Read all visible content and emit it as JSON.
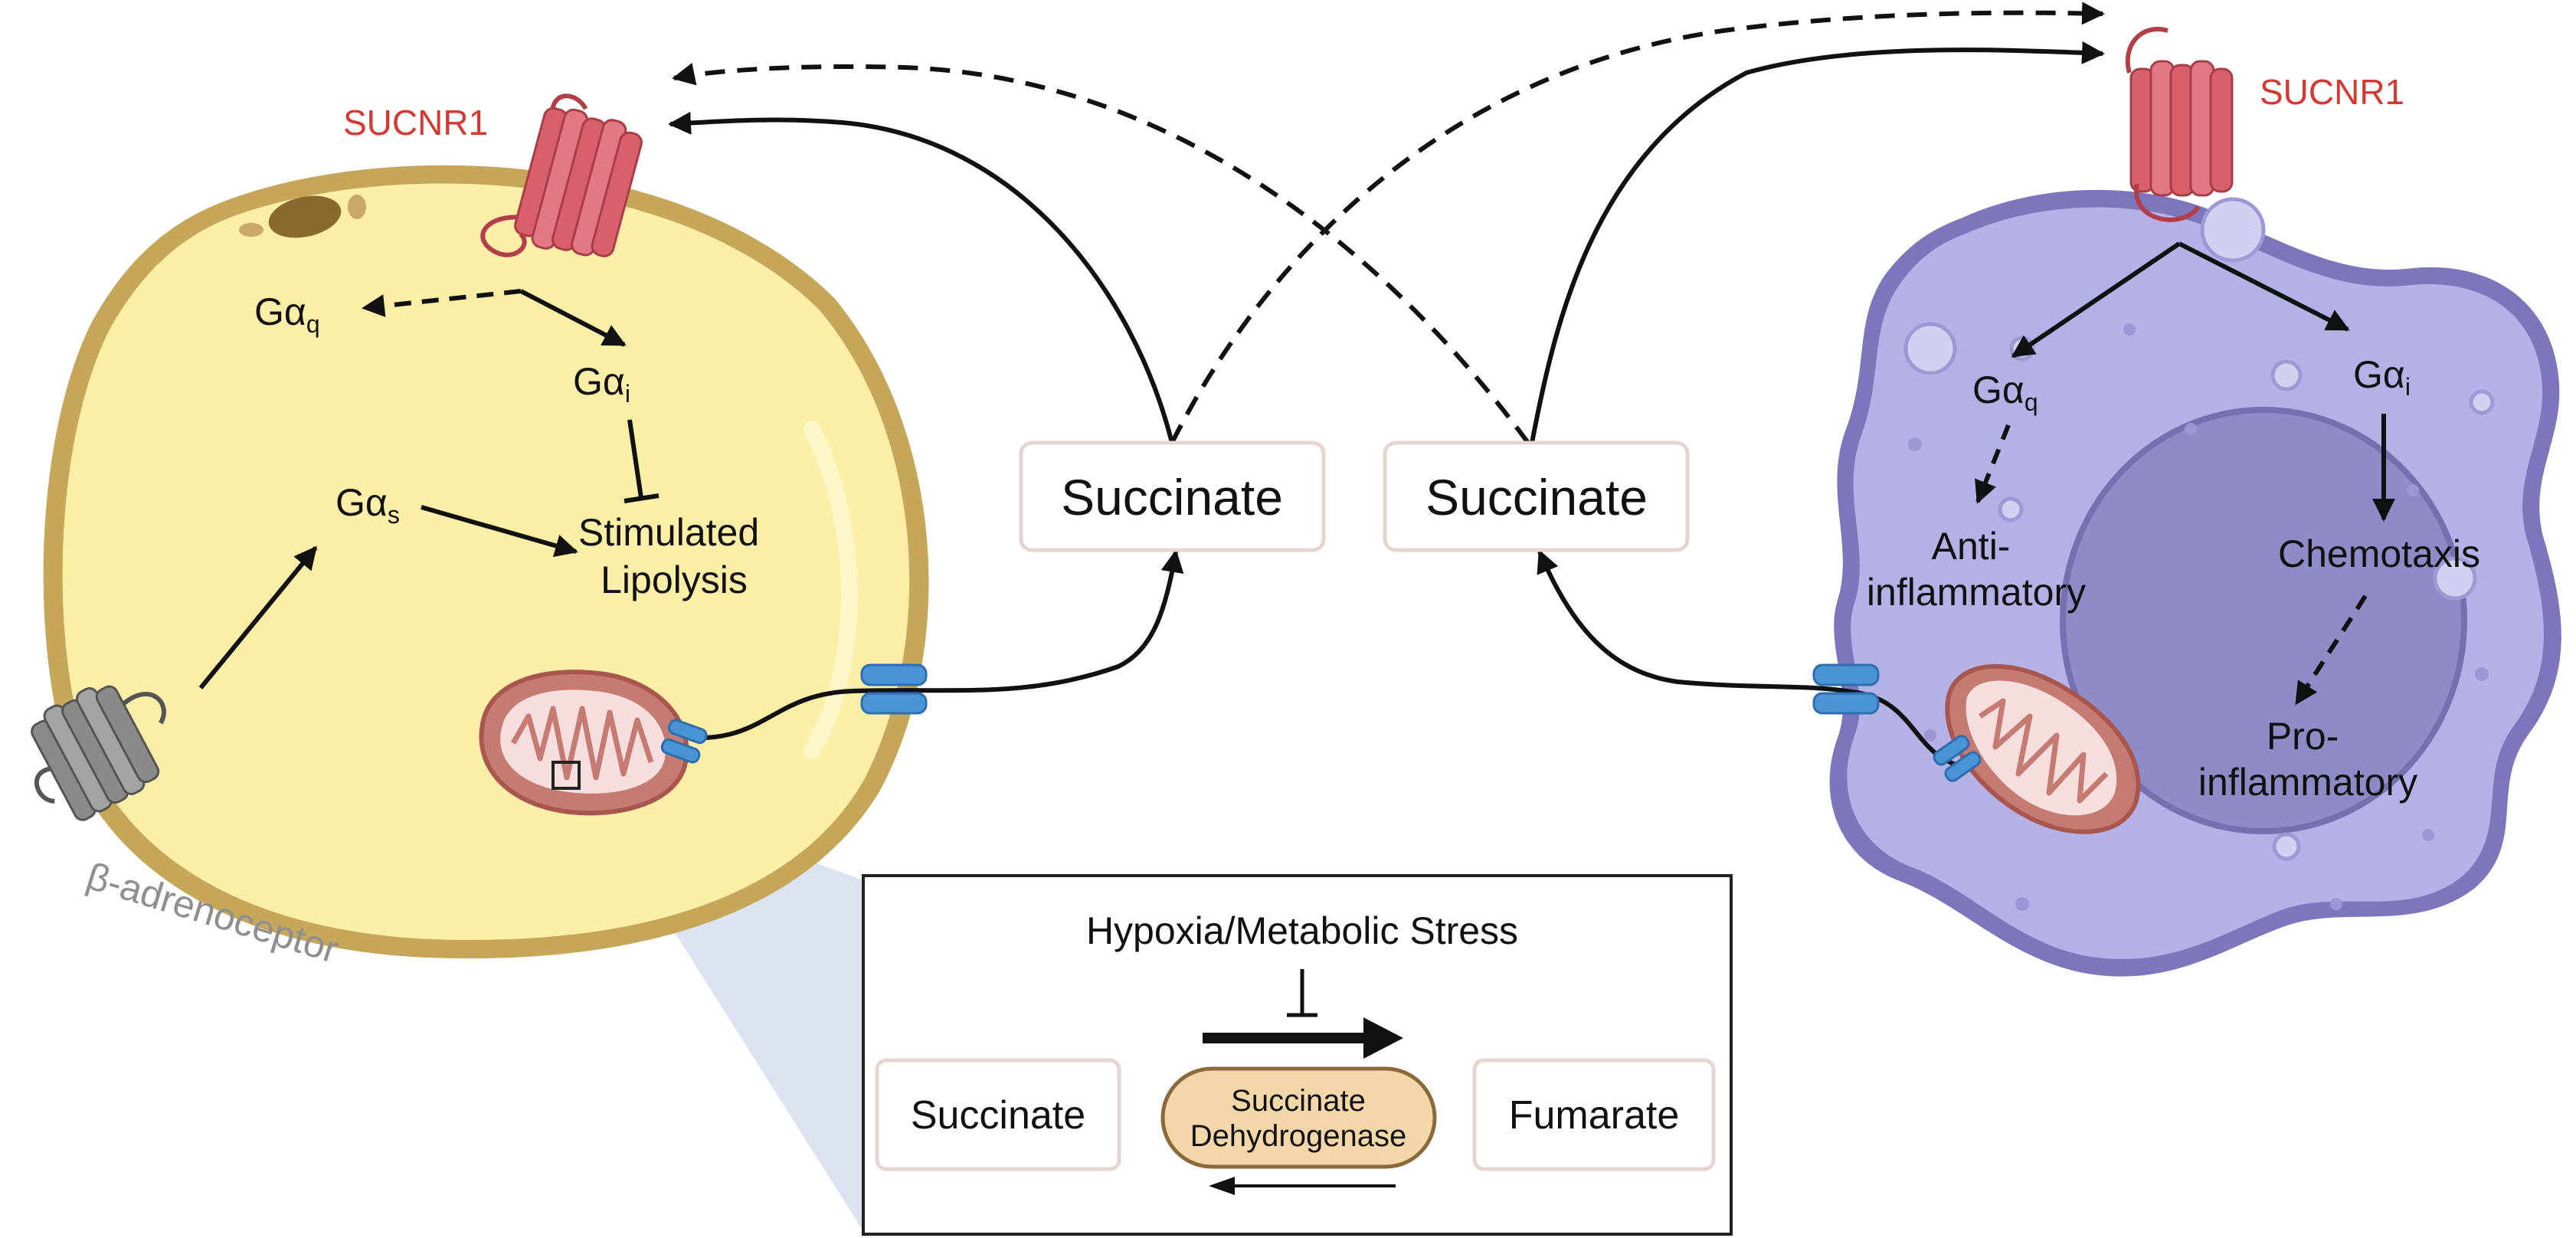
{
  "labels": {
    "receptor_left": "SUCNR1",
    "receptor_right": "SUCNR1",
    "beta_adrenoceptor": "β-adrenoceptor",
    "g_alpha_symbol": "Gα",
    "sub_q": "q",
    "sub_i": "i",
    "sub_s": "s",
    "stimulated_lipolysis_line1": "Stimulated",
    "stimulated_lipolysis_line2": "Lipolysis",
    "anti_inflammatory_line1": "Anti-",
    "anti_inflammatory_line2": "inflammatory",
    "chemotaxis": "Chemotaxis",
    "pro_inflammatory_line1": "Pro-",
    "pro_inflammatory_line2": "inflammatory",
    "succinate_left": "Succinate",
    "succinate_right": "Succinate"
  },
  "inset": {
    "title": "Hypoxia/Metabolic Stress",
    "substrate": "Succinate",
    "enzyme_line1": "Succinate",
    "enzyme_line2": "Dehydrogenase",
    "product": "Fumarate"
  },
  "colors": {
    "adipocyte_fill": "#fbeea7",
    "adipocyte_border": "#c6a75a",
    "macrophage_fill": "#b4b1e6",
    "macrophage_border": "#7d76bd",
    "nucleus": "#8f8bc7",
    "receptor_red": "#d9606a",
    "receptor_label_red": "#d33a34",
    "adrenoceptor_grey": "#8a8a8a",
    "transporter_blue": "#4a93d4",
    "mito_outer": "#d9a19a",
    "enzyme_fill": "#f4d7a8",
    "zoom_cone": "#d8dfee"
  }
}
